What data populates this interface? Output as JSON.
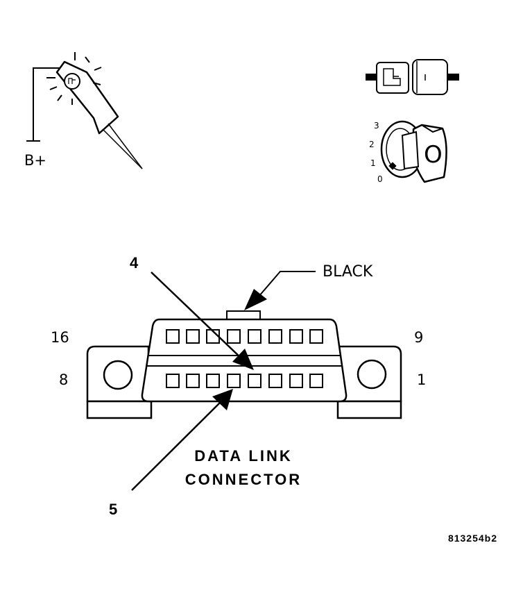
{
  "test_light": {
    "supply_label": "B+"
  },
  "ignition": {
    "positions": [
      "3",
      "2",
      "1",
      "0"
    ],
    "key_label": "O"
  },
  "connector": {
    "wire_color": "BLACK",
    "pin_top_left": "16",
    "pin_top_right": "9",
    "pin_bottom_left": "8",
    "pin_bottom_right": "1",
    "title_line1": "DATA LINK",
    "title_line2": "CONNECTOR"
  },
  "callouts": {
    "upper": "4",
    "lower": "5"
  },
  "figure_id": "813254b2"
}
